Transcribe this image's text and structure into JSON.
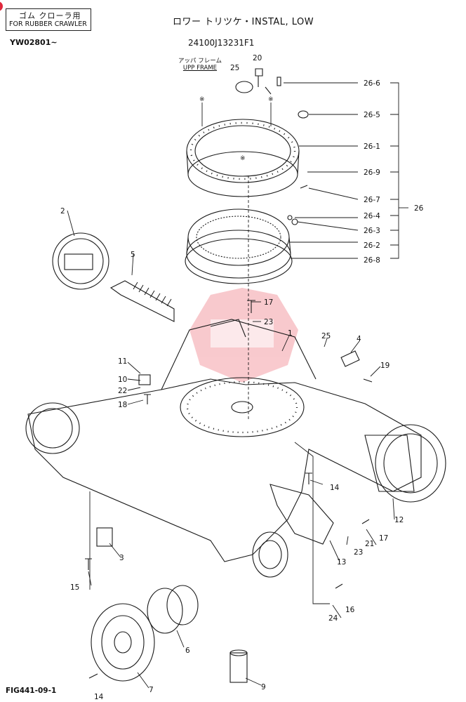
{
  "header": {
    "label_jp": "ゴム クローラ用",
    "label_en": "FOR RUBBER CRAWLER",
    "serial": "YW02801~",
    "title": "ロワー トリツケ・INSTAL, LOW",
    "part_number": "24100J13231F1"
  },
  "upper_frame": {
    "jp": "アッパ フレーム",
    "en": "UPP FRAME"
  },
  "figure_id": "FIG441-09-1",
  "callouts_right": [
    "26-6",
    "26-5",
    "26-1",
    "26-9",
    "26-7",
    "26-4",
    "26-3",
    "26-2",
    "26-8"
  ],
  "group_label": "26",
  "part_numbers": {
    "n1": "1",
    "n2": "2",
    "n3": "3",
    "n4": "4",
    "n5": "5",
    "n6": "6",
    "n7": "7",
    "n9": "9",
    "n10": "10",
    "n11": "11",
    "n12": "12",
    "n13": "13",
    "n14a": "14",
    "n14b": "14",
    "n15": "15",
    "n16": "16",
    "n17a": "17",
    "n17b": "17",
    "n18": "18",
    "n19": "19",
    "n20": "20",
    "n21": "21",
    "n22": "22",
    "n23a": "23",
    "n23b": "23",
    "n24": "24",
    "n25a": "25",
    "n25b": "25"
  },
  "colors": {
    "line": "#1a1a1a",
    "watermark": "#e8424f"
  }
}
